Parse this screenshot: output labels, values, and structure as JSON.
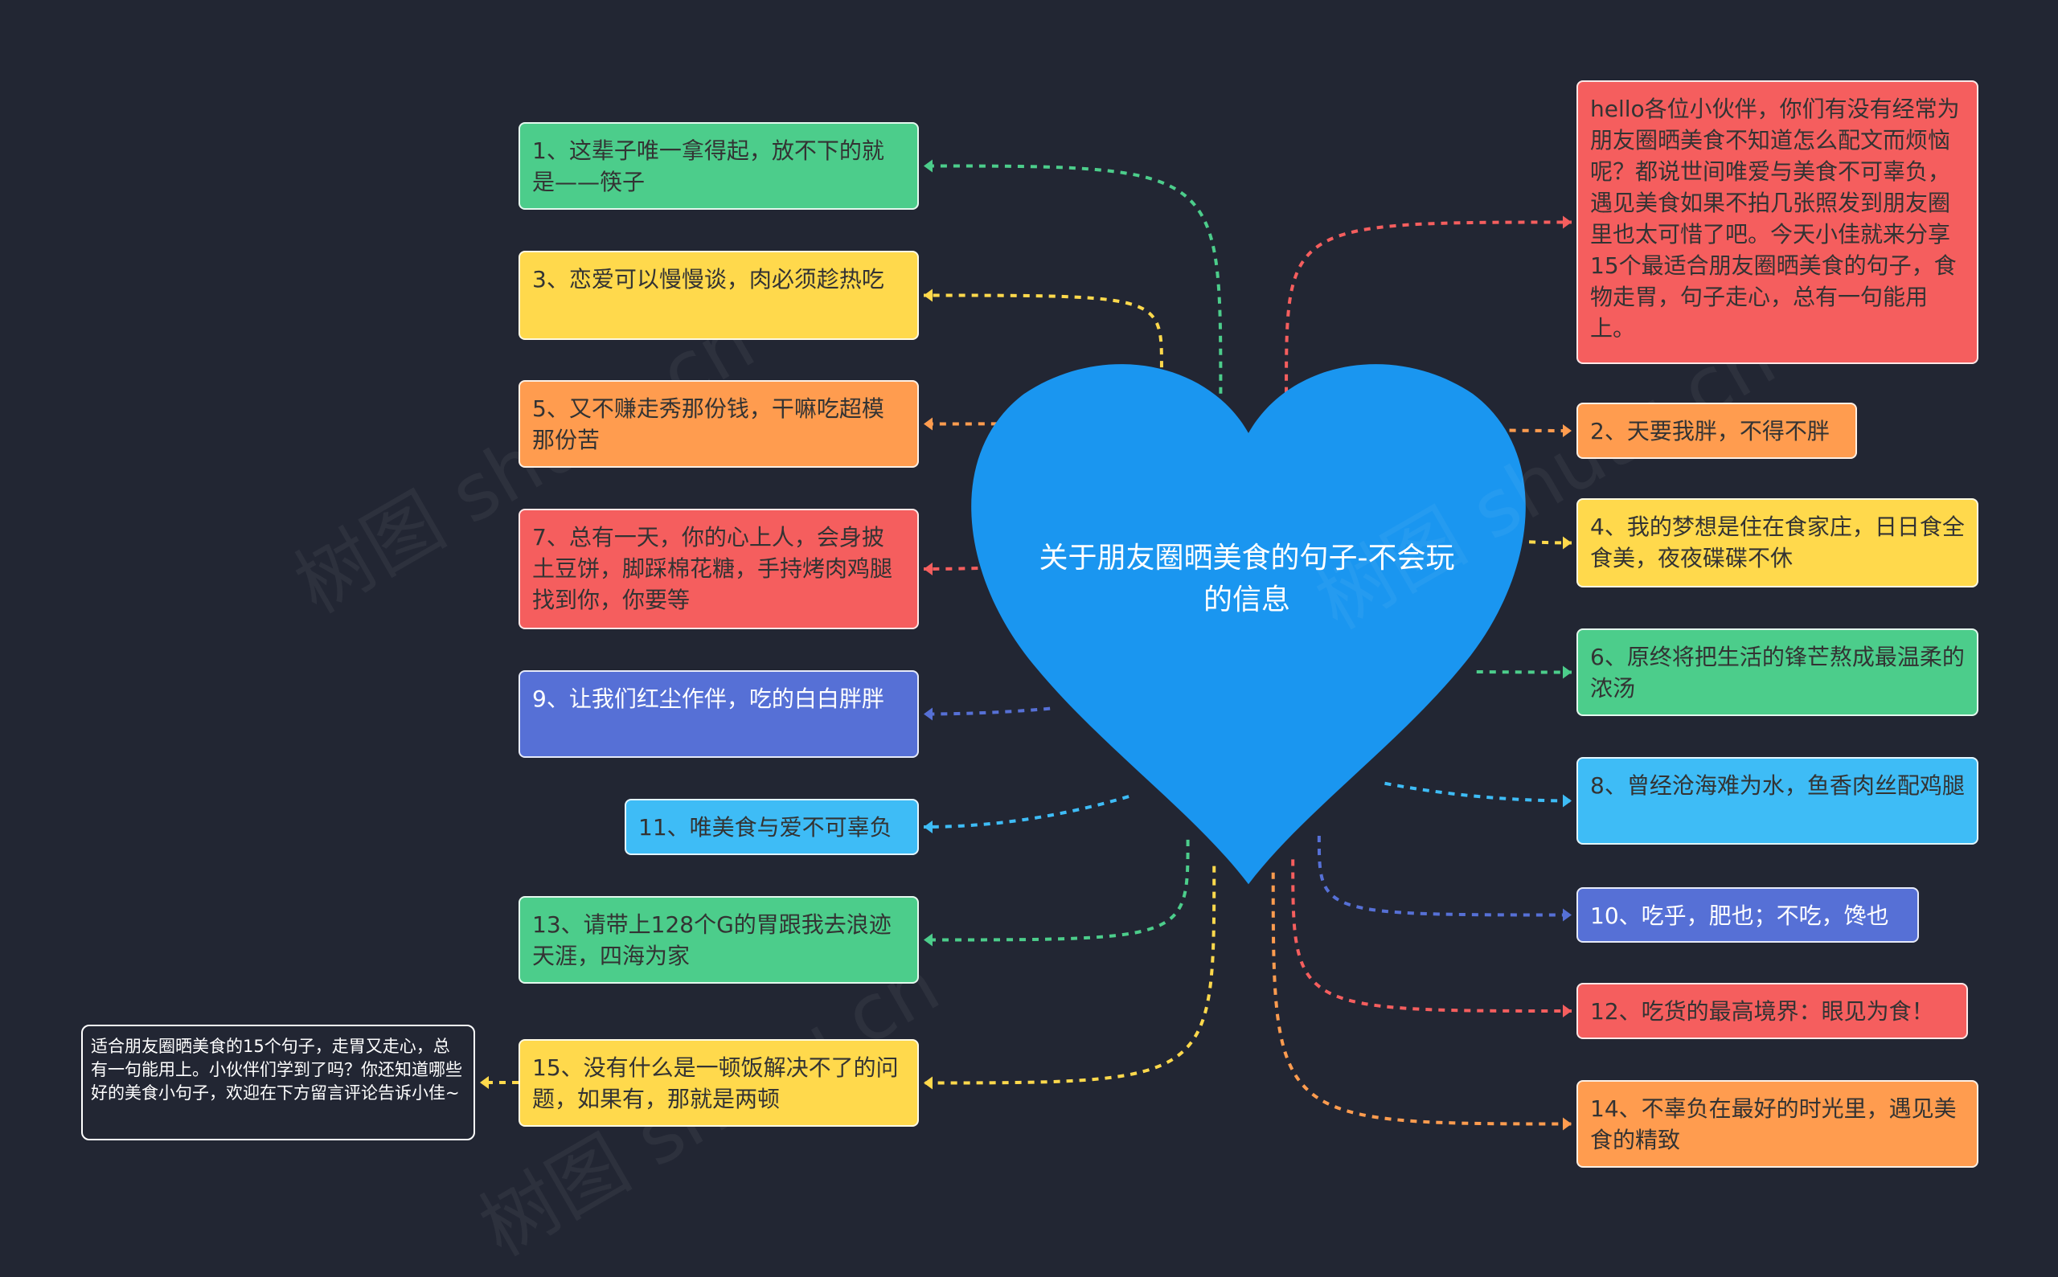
{
  "center": {
    "title": "关于朋友圈晒美食的句子-不会玩的信息",
    "color": "#1a96f0"
  },
  "left_nodes": [
    {
      "text": "1、这辈子唯一拿得起，放不下的就是——筷子",
      "color": "green"
    },
    {
      "text": "3、恋爱可以慢慢谈，肉必须趁热吃",
      "color": "yellow"
    },
    {
      "text": "5、又不赚走秀那份钱，干嘛吃超模那份苦",
      "color": "orange"
    },
    {
      "text": "7、总有一天，你的心上人，会身披土豆饼，脚踩棉花糖，手持烤肉鸡腿找到你，你要等",
      "color": "red"
    },
    {
      "text": "9、让我们红尘作伴，吃的白白胖胖",
      "color": "indigo"
    },
    {
      "text": "11、唯美食与爱不可辜负",
      "color": "cyan"
    },
    {
      "text": "13、请带上128个G的胃跟我去浪迹天涯，四海为家",
      "color": "green"
    },
    {
      "text": "15、没有什么是一顿饭解决不了的问题，如果有，那就是两顿",
      "color": "yellow"
    }
  ],
  "right_nodes": [
    {
      "text": "hello各位小伙伴，你们有没有经常为朋友圈晒美食不知道怎么配文而烦恼呢？都说世间唯爱与美食不可辜负，遇见美食如果不拍几张照发到朋友圈里也太可惜了吧。今天小佳就来分享15个最适合朋友圈晒美食的句子，食物走胃，句子走心，总有一句能用上。",
      "color": "red"
    },
    {
      "text": "2、天要我胖，不得不胖",
      "color": "orange"
    },
    {
      "text": "4、我的梦想是住在食家庄，日日食全食美，夜夜碟碟不休",
      "color": "yellow"
    },
    {
      "text": "6、原终将把生活的锋芒熬成最温柔的浓汤",
      "color": "green"
    },
    {
      "text": "8、曾经沧海难为水，鱼香肉丝配鸡腿",
      "color": "cyan"
    },
    {
      "text": "10、吃乎，肥也；不吃，馋也",
      "color": "indigo"
    },
    {
      "text": "12、吃货的最高境界：眼见为食！",
      "color": "red"
    },
    {
      "text": "14、不辜负在最好的时光里，遇见美食的精致",
      "color": "orange"
    }
  ],
  "note": {
    "text": "适合朋友圈晒美食的15个句子，走胃又走心，总有一句能用上。小伙伴们学到了吗？你还知道哪些好的美食小句子，欢迎在下方留言评论告诉小佳~"
  },
  "watermark": "树图 shutu.cn",
  "colors": {
    "green": "#4ccd8b",
    "yellow": "#ffd94c",
    "orange": "#ff9c4f",
    "red": "#f55e5e",
    "indigo": "#5670d6",
    "cyan": "#3ebcf6"
  }
}
